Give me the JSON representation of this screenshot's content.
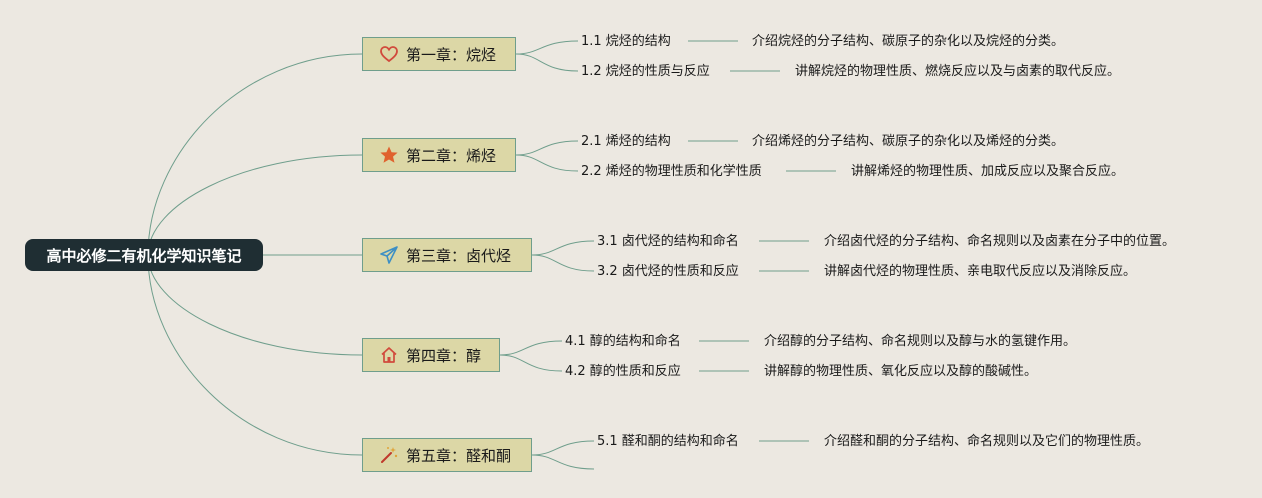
{
  "root": {
    "label": "高中必修二有机化学知识笔记"
  },
  "chapters": [
    {
      "title": "第一章：烷烃",
      "icon": "heart-icon",
      "icon_color": "#d14a3c",
      "sections": [
        {
          "label": "1.1 烷烃的结构",
          "desc": "介绍烷烃的分子结构、碳原子的杂化以及烷烃的分类。"
        },
        {
          "label": "1.2 烷烃的性质与反应",
          "desc": "讲解烷烃的物理性质、燃烧反应以及与卤素的取代反应。"
        }
      ]
    },
    {
      "title": "第二章：烯烃",
      "icon": "star-icon",
      "icon_color": "#e0622e",
      "sections": [
        {
          "label": "2.1 烯烃的结构",
          "desc": "介绍烯烃的分子结构、碳原子的杂化以及烯烃的分类。"
        },
        {
          "label": "2.2 烯烃的物理性质和化学性质",
          "desc": "讲解烯烃的物理性质、加成反应以及聚合反应。"
        }
      ]
    },
    {
      "title": "第三章：卤代烃",
      "icon": "paper-plane-icon",
      "icon_color": "#3e8fc4",
      "sections": [
        {
          "label": "3.1 卤代烃的结构和命名",
          "desc": "介绍卤代烃的分子结构、命名规则以及卤素在分子中的位置。"
        },
        {
          "label": "3.2 卤代烃的性质和反应",
          "desc": "讲解卤代烃的物理性质、亲电取代反应以及消除反应。"
        }
      ]
    },
    {
      "title": "第四章：醇",
      "icon": "house-icon",
      "icon_color": "#d14a3c",
      "sections": [
        {
          "label": "4.1 醇的结构和命名",
          "desc": "介绍醇的分子结构、命名规则以及醇与水的氢键作用。"
        },
        {
          "label": "4.2 醇的性质和反应",
          "desc": "讲解醇的物理性质、氧化反应以及醇的酸碱性。"
        }
      ]
    },
    {
      "title": "第五章：醛和酮",
      "icon": "magic-wand-icon",
      "icon_color": "#c0392b",
      "sections": [
        {
          "label": "5.1 醛和酮的结构和命名",
          "desc": "介绍醛和酮的分子结构、命名规则以及它们的物理性质。"
        },
        {
          "label": "",
          "desc": ""
        }
      ]
    }
  ],
  "colors": {
    "background": "#ece8e1",
    "root_bg": "#1f2e33",
    "chapter_bg": "#dcd7a6",
    "line": "#6f9e8c"
  }
}
